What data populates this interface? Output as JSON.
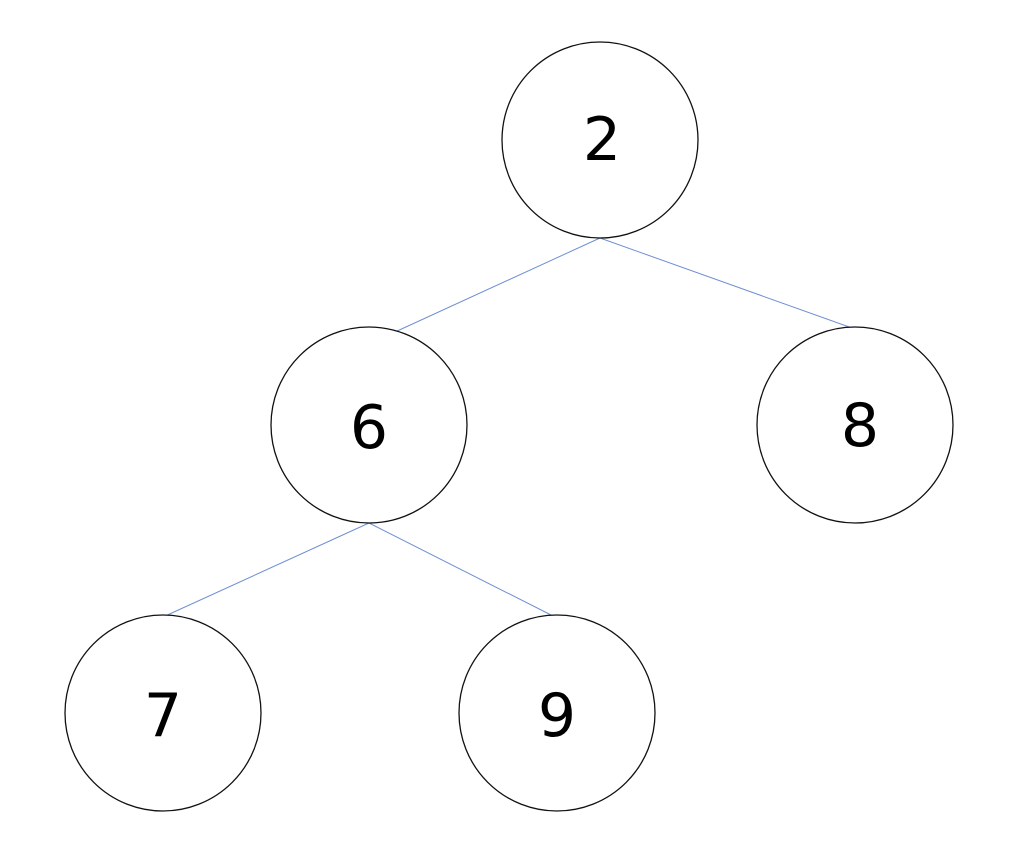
{
  "diagram": {
    "type": "binary-tree",
    "nodes": [
      {
        "id": "n2",
        "label": "2"
      },
      {
        "id": "n6",
        "label": "6"
      },
      {
        "id": "n8",
        "label": "8"
      },
      {
        "id": "n7",
        "label": "7"
      },
      {
        "id": "n9",
        "label": "9"
      }
    ],
    "edges": [
      {
        "from": "n2",
        "to": "n6"
      },
      {
        "from": "n2",
        "to": "n8"
      },
      {
        "from": "n6",
        "to": "n7"
      },
      {
        "from": "n6",
        "to": "n9"
      }
    ],
    "colors": {
      "edge": "#6f8fd4",
      "node_stroke": "#111111",
      "node_fill": "#ffffff",
      "label": "#000000"
    }
  }
}
